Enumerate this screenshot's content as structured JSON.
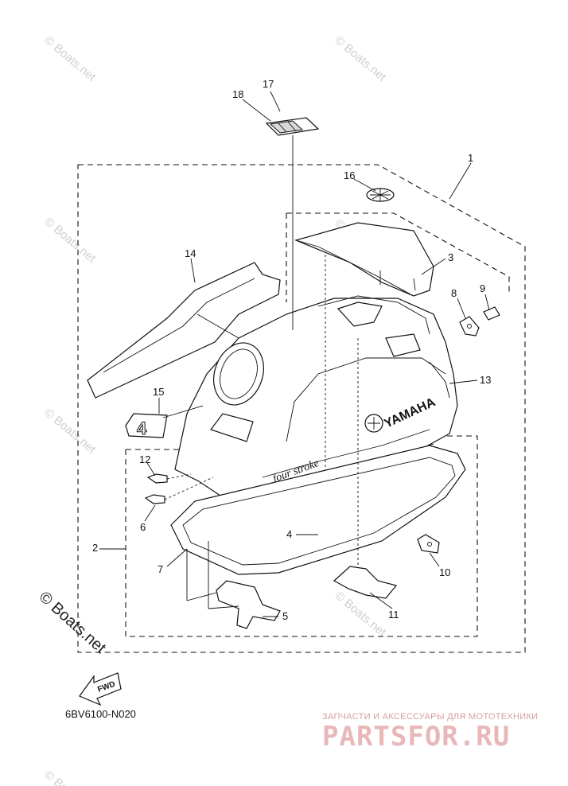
{
  "part_labels": [
    {
      "id": "1",
      "text": "1"
    },
    {
      "id": "2",
      "text": "2"
    },
    {
      "id": "3",
      "text": "3"
    },
    {
      "id": "4",
      "text": "4"
    },
    {
      "id": "5",
      "text": "5"
    },
    {
      "id": "6",
      "text": "6"
    },
    {
      "id": "7",
      "text": "7"
    },
    {
      "id": "8",
      "text": "8"
    },
    {
      "id": "9",
      "text": "9"
    },
    {
      "id": "10",
      "text": "10"
    },
    {
      "id": "11",
      "text": "11"
    },
    {
      "id": "12",
      "text": "12"
    },
    {
      "id": "13",
      "text": "13"
    },
    {
      "id": "14",
      "text": "14"
    },
    {
      "id": "15",
      "text": "15"
    },
    {
      "id": "16",
      "text": "16"
    },
    {
      "id": "17",
      "text": "17"
    },
    {
      "id": "18",
      "text": "18"
    }
  ],
  "watermark": {
    "text": "© Boats.net",
    "main_text": "© Boats.net"
  },
  "cowling": {
    "brand": "YAMAHA",
    "script": "four stroke"
  },
  "fwd_label": "FWD",
  "diagram_code": "6BV6100-N020",
  "footer": {
    "tagline": "ЗАПЧАСТИ И АКСЕССУАРЫ ДЛЯ МОТОТЕХНИКИ",
    "logo": "PARTSFOR.RU"
  },
  "colors": {
    "line": "#111111",
    "watermark": "#cfcfcf",
    "brand_red": "#e8b8b8"
  }
}
